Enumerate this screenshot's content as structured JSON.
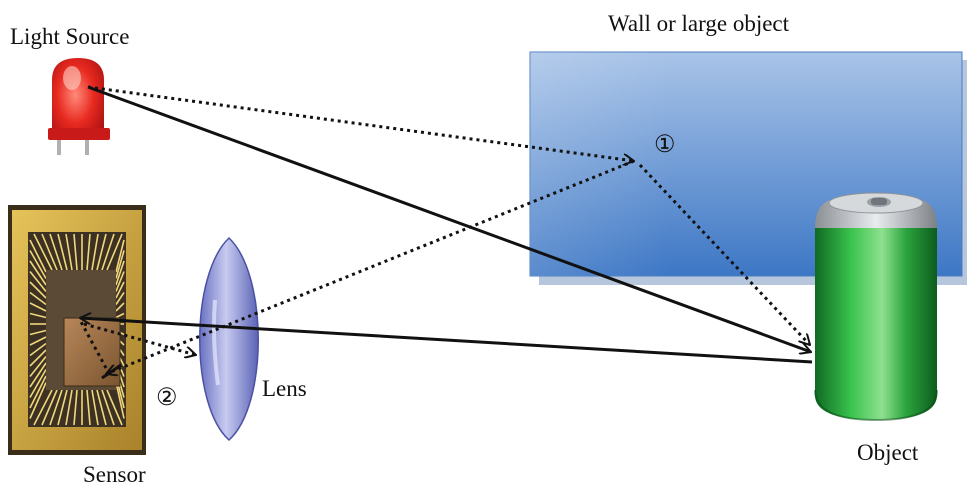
{
  "labels": {
    "light_source": "Light Source",
    "wall": "Wall or large object",
    "lens": "Lens",
    "sensor": "Sensor",
    "object": "Object",
    "marker_1": "①",
    "marker_2": "②"
  },
  "colors": {
    "wall_top": "#a9c4e8",
    "wall_bottom": "#3d77c5",
    "led_red": "#e02020",
    "can_green": "#22a33a",
    "lens_blue": "#8e95d6",
    "sensor_gold": "#c9a53a",
    "chip_brown": "#a57a45",
    "ray_color": "#111111"
  },
  "icons": [
    "led-icon",
    "lens-icon",
    "sensor-chip-icon",
    "can-icon"
  ]
}
